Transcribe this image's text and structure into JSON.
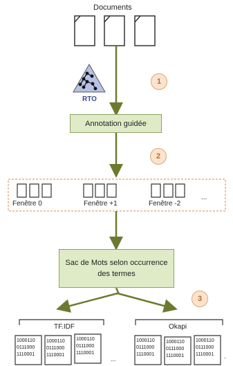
{
  "documents_label": "Documents",
  "rto_label": "RTO",
  "annotation_box": "Annotation guidée",
  "windows": [
    {
      "label": "Fenêtre 0"
    },
    {
      "label": "Fenêtre +1"
    },
    {
      "label": "Fenêtre -2"
    }
  ],
  "windows_more": "...",
  "bow_box_line1": "Sac de Mots selon occurrence",
  "bow_box_line2": "des termes",
  "steps": [
    "1",
    "2",
    "3"
  ],
  "groups": [
    {
      "label": "TF.IDF",
      "binary": [
        "1000110",
        "0111000",
        "1110001"
      ],
      "more": "..."
    },
    {
      "label": "Okapi",
      "binary": [
        "1000110",
        "0111000",
        "1110001"
      ],
      "more": "."
    }
  ],
  "colors": {
    "arrow": "#6b7a2e",
    "box_fill": "#dfebc7",
    "box_border": "#8da25f",
    "badge_fill": "#fbe4cf",
    "badge_border": "#e2a36a",
    "dashed": "#d98b52",
    "rto_fill": "#b7c2e6"
  },
  "icons": {
    "document": "document-icon",
    "rto": "rto-graph-icon"
  }
}
